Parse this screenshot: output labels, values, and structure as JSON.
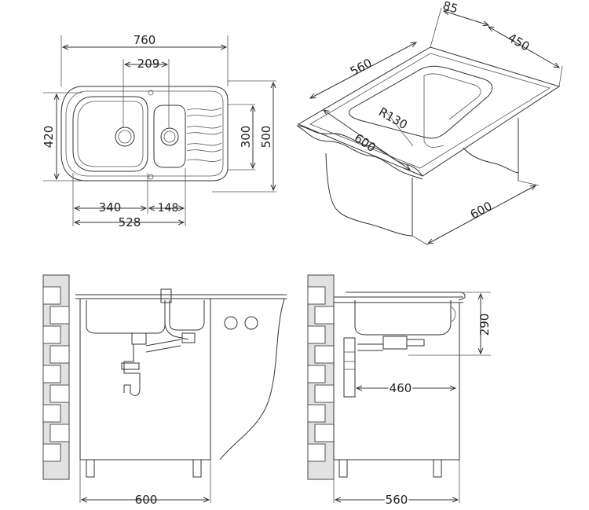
{
  "top_view": {
    "width": "760",
    "bowl_to_small": "209",
    "depth": "420",
    "drain_board": "300",
    "cabinet_depth": "500",
    "main_bowl_width": "340",
    "small_bowl_width": "148",
    "bowls_total": "528"
  },
  "iso_view": {
    "flange": "85",
    "bowl_depth": "450",
    "bowl_width": "560",
    "radius": "R130",
    "front_depth": "600",
    "cabinet_depth": "600"
  },
  "front_view": {
    "cabinet_width": "600"
  },
  "side_view": {
    "bowl_height": "290",
    "drain_offset": "460",
    "cabinet_width": "560"
  }
}
